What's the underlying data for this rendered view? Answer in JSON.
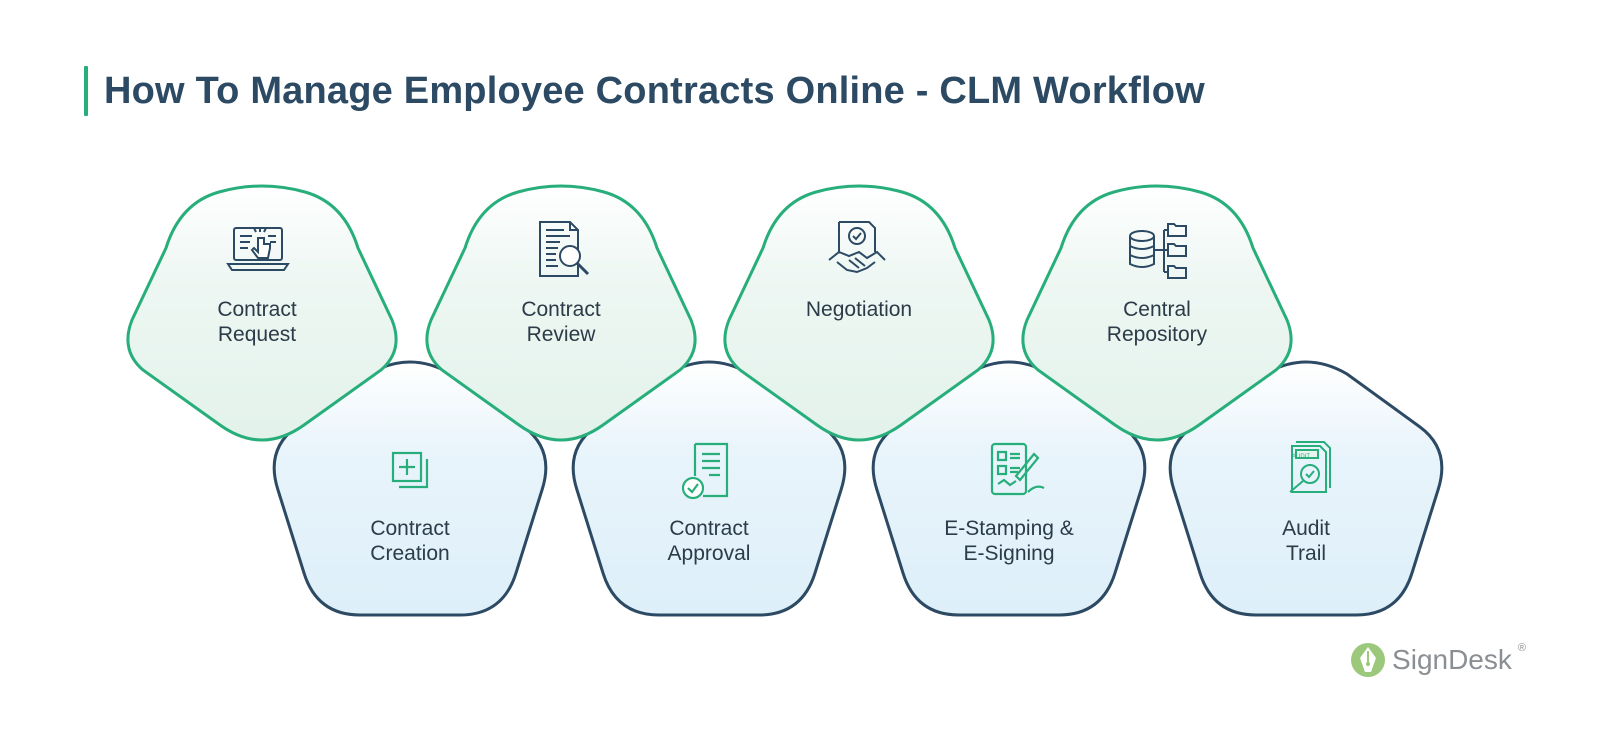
{
  "title": "How To Manage Employee Contracts Online - CLM Workflow",
  "colors": {
    "accent_green": "#27ae7a",
    "dark_navy": "#2c4a63",
    "green_fill": "#e6f4ee",
    "blue_fill": "#e2f1fa",
    "text": "#2b3b48"
  },
  "steps_top": [
    {
      "lines": [
        "Contract",
        "Request"
      ],
      "icon": "laptop-pointer-icon"
    },
    {
      "lines": [
        "Contract",
        "Review"
      ],
      "icon": "document-magnifier-icon"
    },
    {
      "lines": [
        "Negotiation"
      ],
      "icon": "handshake-document-icon"
    },
    {
      "lines": [
        "Central",
        "Repository"
      ],
      "icon": "database-folders-icon"
    }
  ],
  "steps_bottom": [
    {
      "lines": [
        "Contract",
        "Creation"
      ],
      "icon": "add-document-icon"
    },
    {
      "lines": [
        "Contract",
        "Approval"
      ],
      "icon": "document-check-icon"
    },
    {
      "lines": [
        "E-Stamping &",
        "E-Signing"
      ],
      "icon": "tablet-sign-icon"
    },
    {
      "lines": [
        "Audit",
        "Trail"
      ],
      "icon": "audit-magnifier-icon"
    }
  ],
  "brand": {
    "name": "SignDesk",
    "reg": "®",
    "icon": "signdesk-pen-logo-icon"
  }
}
